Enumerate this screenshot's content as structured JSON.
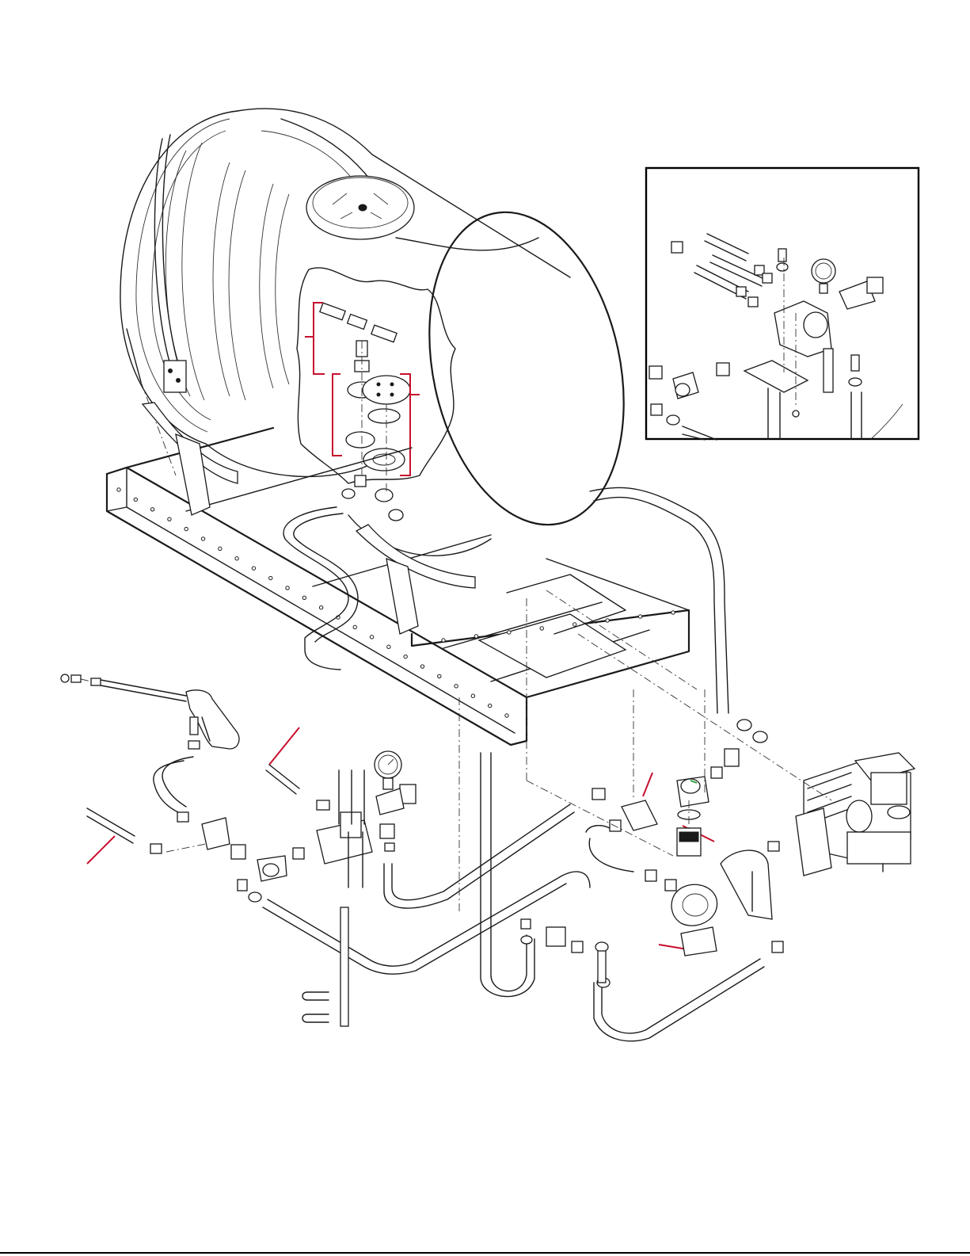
{
  "diagram": {
    "components": [
      {
        "name": "tank",
        "icon": "tank-icon"
      },
      {
        "name": "tank-strap",
        "icon": "strap-icon"
      },
      {
        "name": "skid-frame",
        "icon": "frame-icon"
      },
      {
        "name": "spray-gun",
        "icon": "spray-gun-icon"
      },
      {
        "name": "pressure-gauge",
        "icon": "gauge-icon"
      },
      {
        "name": "pump",
        "icon": "pump-icon"
      },
      {
        "name": "strainer",
        "icon": "strainer-icon"
      },
      {
        "name": "engine",
        "icon": "engine-icon"
      },
      {
        "name": "hoses",
        "icon": "hose-icon"
      }
    ],
    "colors": {
      "line": "#1a1a1a",
      "callout": "#c8102e",
      "background": "#ffffff",
      "highlight": "#2e9e3a"
    }
  }
}
